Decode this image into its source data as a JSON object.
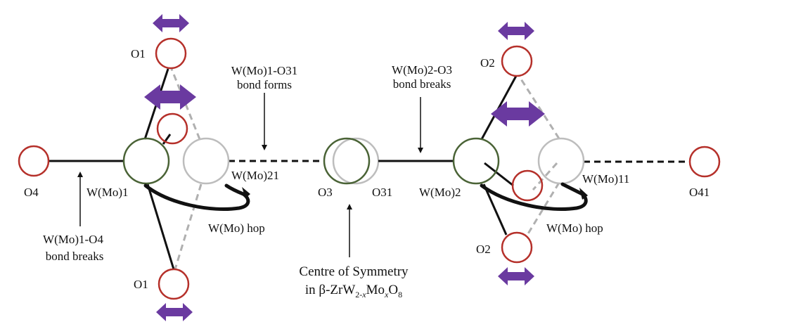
{
  "title": "W(Mo) hop mechanism in beta-ZrW2-xMoxO8",
  "colors": {
    "oxygen": "#b5302a",
    "metal_initial": "#4a6336",
    "metal_final": "#bdbdbd",
    "vibration_arrow": "#6a3aa0",
    "bond": "#111111",
    "dashed_bond_gray": "#b0b0b0"
  },
  "atoms": {
    "o4": "O4",
    "wmo1": "W(Mo)1",
    "wmo21": "W(Mo)21",
    "o1_top": "O1",
    "o1_bottom": "O1",
    "o3": "O3",
    "o31": "O31",
    "wmo2": "W(Mo)2",
    "wmo11": "W(Mo)11",
    "o2_top": "O2",
    "o2_bottom": "O2",
    "o41": "O41"
  },
  "annotations": {
    "bond_forms": [
      "W(Mo)1-O31",
      "bond forms"
    ],
    "bond_breaks_right": [
      "W(Mo)2-O3",
      "bond breaks"
    ],
    "bond_breaks_left": [
      "W(Mo)1-O4",
      "bond breaks"
    ],
    "hop_left": "W(Mo) hop",
    "hop_right": "W(Mo) hop",
    "symmetry_line1": "Centre of Symmetry",
    "symmetry_line2": {
      "prefix": "in β-ZrW",
      "sub1": "2-",
      "sub1_italic": "x",
      "mid": "Mo",
      "sub2_italic": "x",
      "tail": "O",
      "sub3": "8"
    }
  }
}
